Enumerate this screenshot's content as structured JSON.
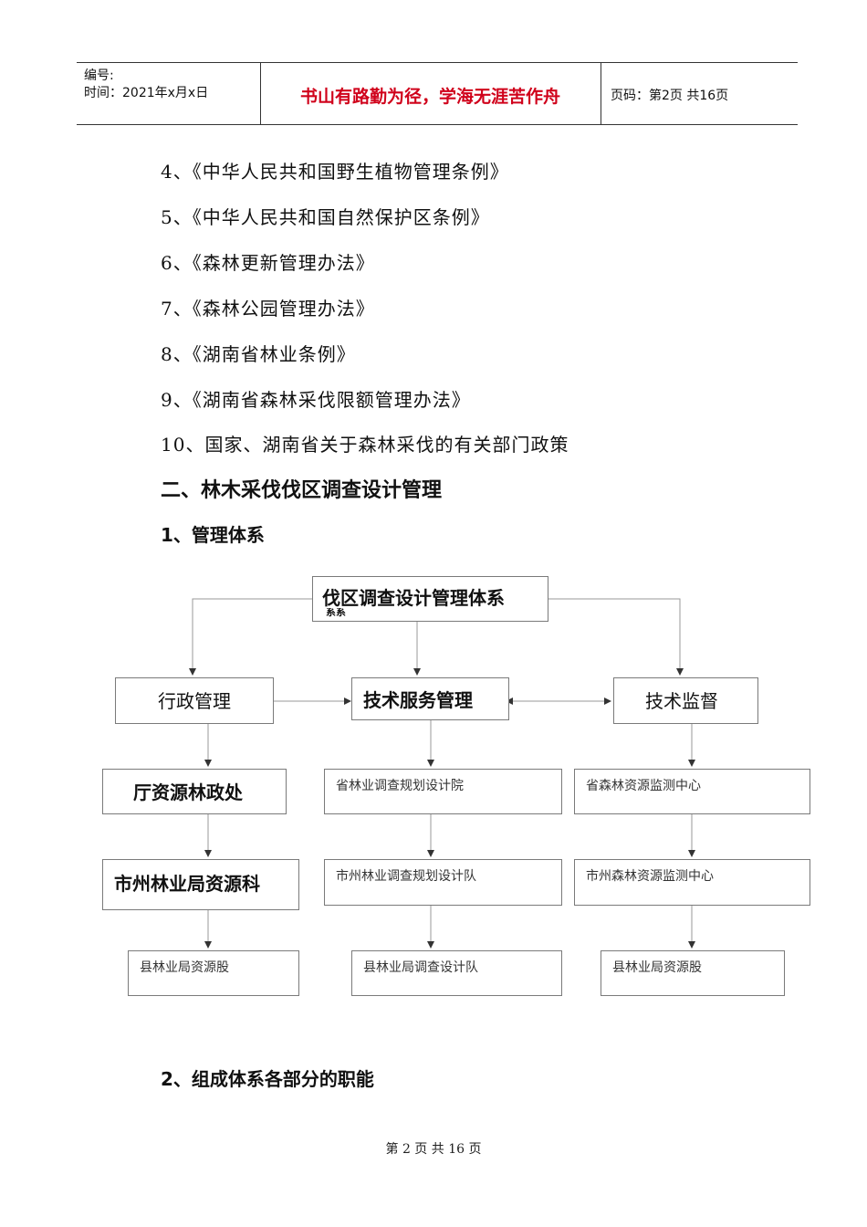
{
  "header": {
    "number_label": "编号:",
    "time_label": "时间：2021年x月x日",
    "motto": "书山有路勤为径，学海无涯苦作舟",
    "page_code": "页码：第2页  共16页"
  },
  "laws": [
    "4、《中华人民共和国野生植物管理条例》",
    "5、《中华人民共和国自然保护区条例》",
    "6、《森林更新管理办法》",
    "7、《森林公园管理办法》",
    "8、《湖南省林业条例》",
    "9、《湖南省森林采伐限额管理办法》",
    "10、国家、湖南省关于森林采伐的有关部门政策"
  ],
  "section_title": "二、林木采伐伐区调查设计管理",
  "subsection_1": "1、管理体系",
  "diagram": {
    "root": "伐区调查设计管理体系",
    "root_overflow": "系系",
    "col1": [
      "行政管理",
      "厅资源林政处",
      "市州林业局资源科",
      "县林业局资源股"
    ],
    "col2": [
      "技术服务管理",
      "省林业调查规划设计院",
      "市州林业调查规划设计队",
      "县林业局调查设计队"
    ],
    "col3": [
      "技术监督",
      "省森林资源监测中心",
      "市州森林资源监测中心",
      "县林业局资源股"
    ]
  },
  "subsection_2": "2、组成体系各部分的职能",
  "footer": "第 2 页 共 16 页"
}
